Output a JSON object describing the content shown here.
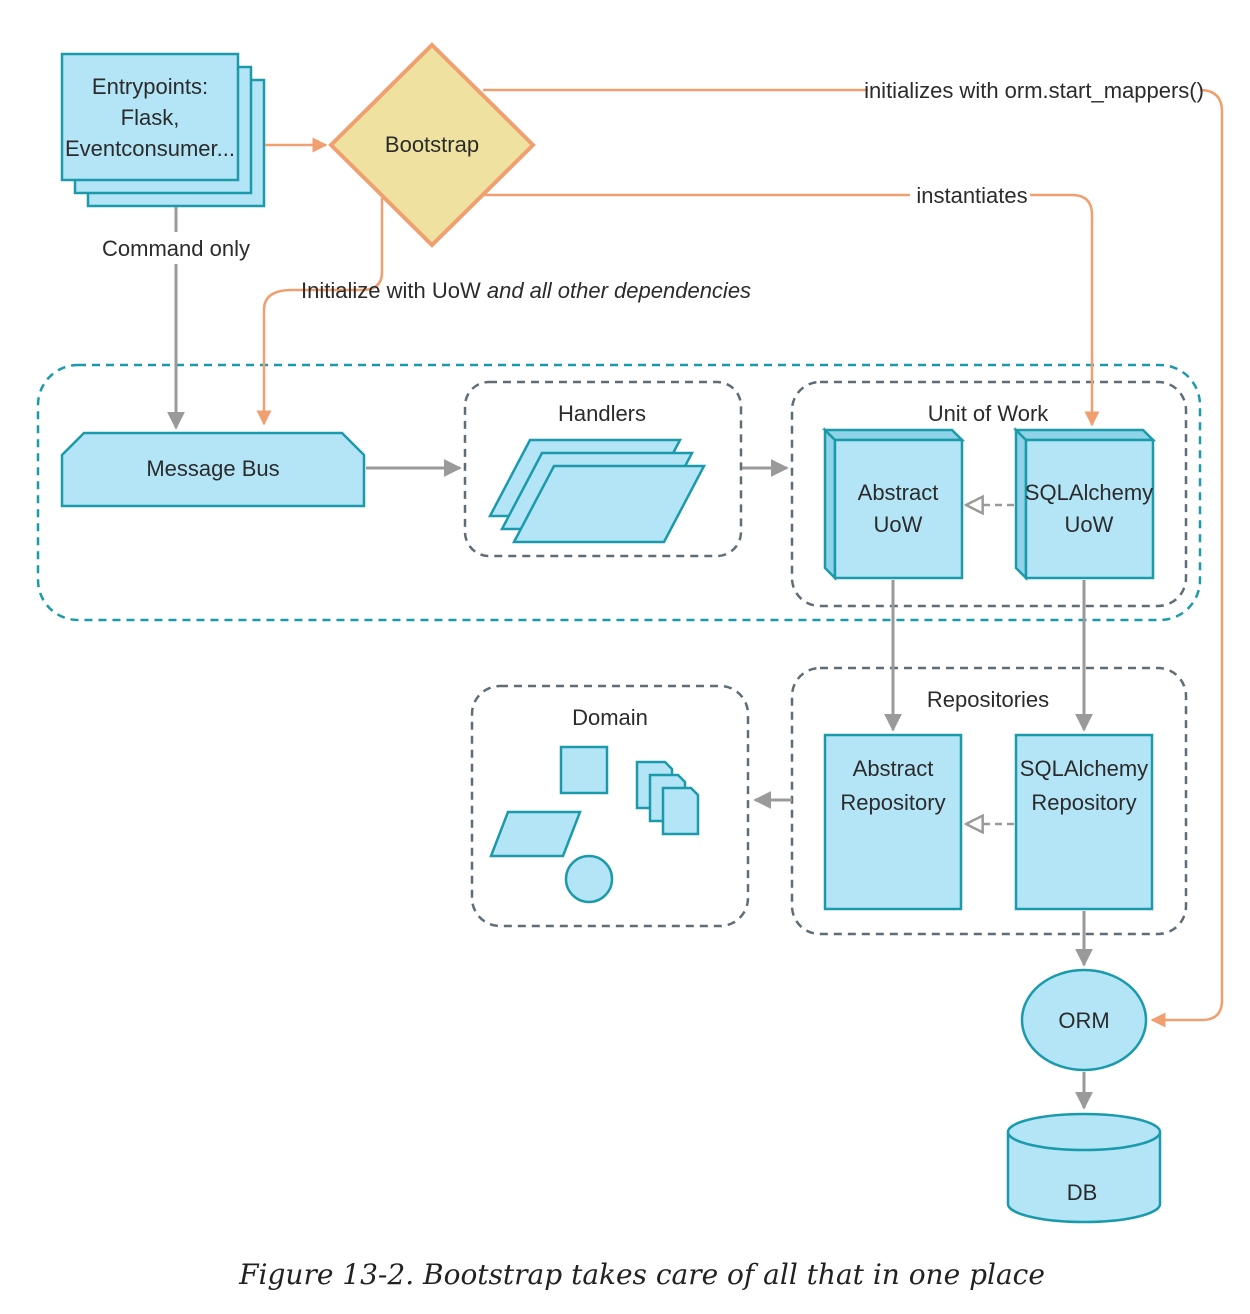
{
  "nodes": {
    "entrypoints": [
      "Entrypoints:",
      "Flask,",
      "Eventconsumer..."
    ],
    "bootstrap": "Bootstrap",
    "message_bus": "Message Bus",
    "handlers": "Handlers",
    "unit_of_work": "Unit of Work",
    "abstract_uow": [
      "Abstract",
      "UoW"
    ],
    "sqlalchemy_uow": [
      "SQLAlchemy",
      "UoW"
    ],
    "repositories": "Repositories",
    "abstract_repository": [
      "Abstract",
      "Repository"
    ],
    "sqlalchemy_repository": [
      "SQLAlchemy",
      "Repository"
    ],
    "domain": "Domain",
    "orm": "ORM",
    "db": "DB"
  },
  "edges": {
    "command_only": "Command only",
    "initialize_with_uow": "Initialize with UoW ",
    "initialize_with_uow_italic": "and all other dependencies",
    "instantiates": "instantiates",
    "initializes_orm": "initializes with orm.start_mappers()"
  },
  "caption": "Figure 13-2. Bootstrap takes care of all that in one place",
  "colors": {
    "shape_fill": "#b3e5f7",
    "shape_stroke": "#1a9aaa",
    "bootstrap_fill": "#efe2a0",
    "orange_arrow": "#f0a070",
    "grey_arrow": "#9a9a9a"
  }
}
